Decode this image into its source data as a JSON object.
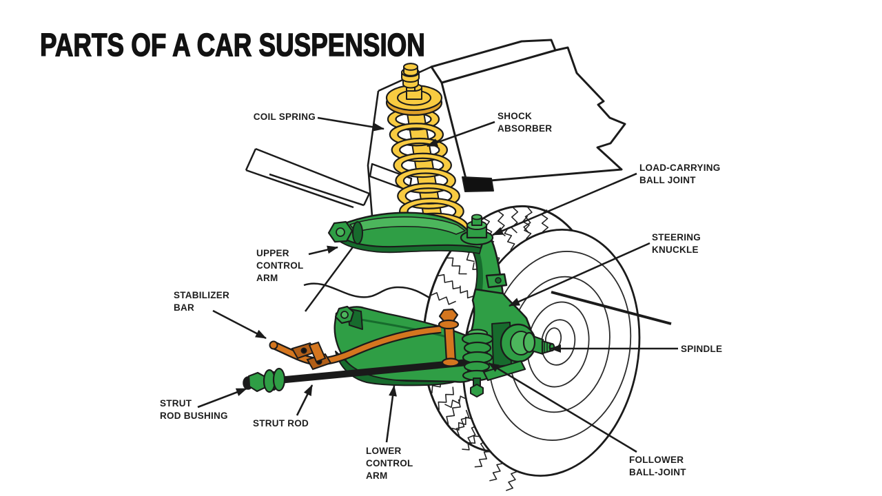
{
  "title": "PARTS OF A CAR SUSPENSION",
  "palette": {
    "spring_yellow": "#F8CB41",
    "spring_yellow_dark": "#DFA129",
    "part_green": "#2F9E45",
    "part_green_light": "#4CB65C",
    "part_green_dark": "#176B2D",
    "stabilizer_orange": "#D4761F",
    "stabilizer_orange_dark": "#B25F18",
    "strut_rod_black": "#1A1A1A",
    "line_ink": "#1B1B1B",
    "background": "#FFFFFF"
  },
  "labels": [
    {
      "id": "coil-spring",
      "lines": [
        "COIL SPRING"
      ]
    },
    {
      "id": "shock-absorber",
      "lines": [
        "SHOCK",
        "ABSORBER"
      ]
    },
    {
      "id": "load-carrying-ball-joint",
      "lines": [
        "LOAD-CARRYING",
        "BALL JOINT"
      ]
    },
    {
      "id": "steering-knuckle",
      "lines": [
        "STEERING",
        "KNUCKLE"
      ]
    },
    {
      "id": "upper-control-arm",
      "lines": [
        "UPPER",
        "CONTROL",
        "ARM"
      ]
    },
    {
      "id": "stabilizer-bar",
      "lines": [
        "STABILIZER",
        "BAR"
      ]
    },
    {
      "id": "spindle",
      "lines": [
        "SPINDLE"
      ]
    },
    {
      "id": "strut-rod-bushing",
      "lines": [
        "STRUT",
        "ROD BUSHING"
      ]
    },
    {
      "id": "strut-rod",
      "lines": [
        "STRUT ROD"
      ]
    },
    {
      "id": "lower-control-arm",
      "lines": [
        "LOWER",
        "CONTROL",
        "ARM"
      ]
    },
    {
      "id": "follower-ball-joint",
      "lines": [
        "FOLLOWER",
        "BALL-JOINT"
      ]
    }
  ]
}
